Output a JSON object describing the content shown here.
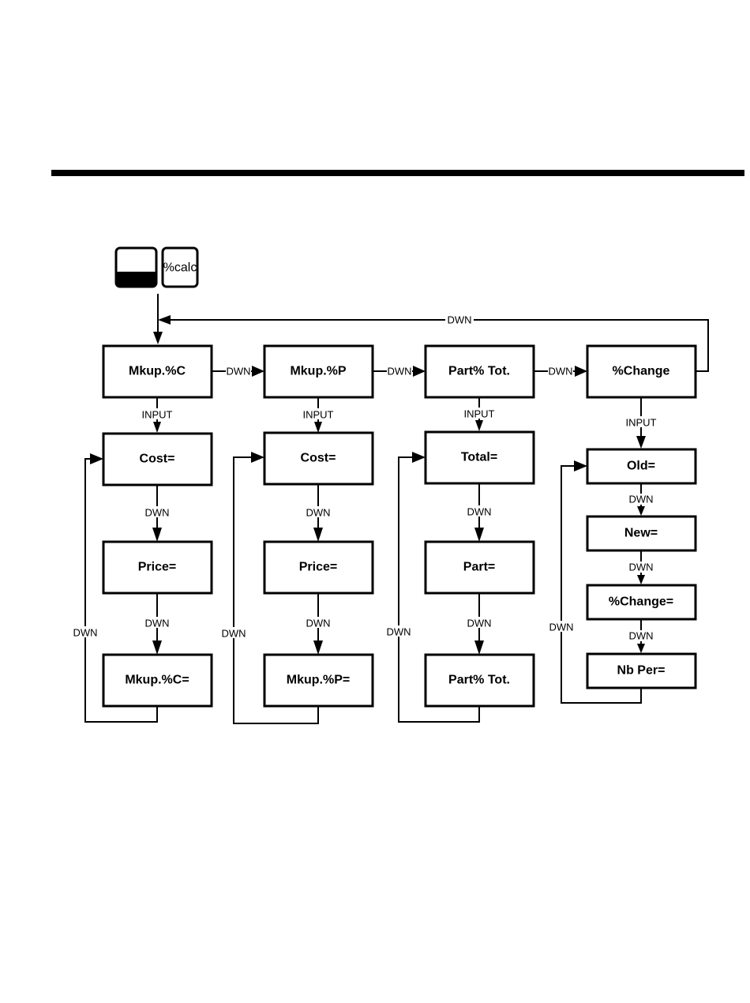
{
  "keys": {
    "shift_key_label": "",
    "calc_key_label": "%calc"
  },
  "top_nodes": [
    {
      "id": "mkup_c",
      "label": "Mkup.%C"
    },
    {
      "id": "mkup_p",
      "label": "Mkup.%P"
    },
    {
      "id": "part_tot",
      "label": "Part% Tot."
    },
    {
      "id": "change",
      "label": "%Change"
    }
  ],
  "columns": [
    {
      "input_label": "INPUT",
      "items": [
        "Cost=",
        "Price=",
        "Mkup.%C="
      ],
      "step_labels": [
        "DWN",
        "DWN"
      ],
      "loop_label": "DWN"
    },
    {
      "input_label": "INPUT",
      "items": [
        "Cost=",
        "Price=",
        "Mkup.%P="
      ],
      "step_labels": [
        "DWN",
        "DWN"
      ],
      "loop_label": "DWN"
    },
    {
      "input_label": "INPUT",
      "items": [
        "Total=",
        "Part=",
        "Part% Tot."
      ],
      "step_labels": [
        "DWN",
        "DWN"
      ],
      "loop_label": "DWN"
    },
    {
      "input_label": "INPUT",
      "items": [
        "Old=",
        "New=",
        "%Change=",
        "Nb  Per="
      ],
      "step_labels": [
        "DWN",
        "DWN",
        "DWN"
      ],
      "loop_label": "DWN"
    }
  ],
  "top_edge_labels": [
    "DWN",
    "DWN",
    "DWN"
  ],
  "return_label": "DWN"
}
